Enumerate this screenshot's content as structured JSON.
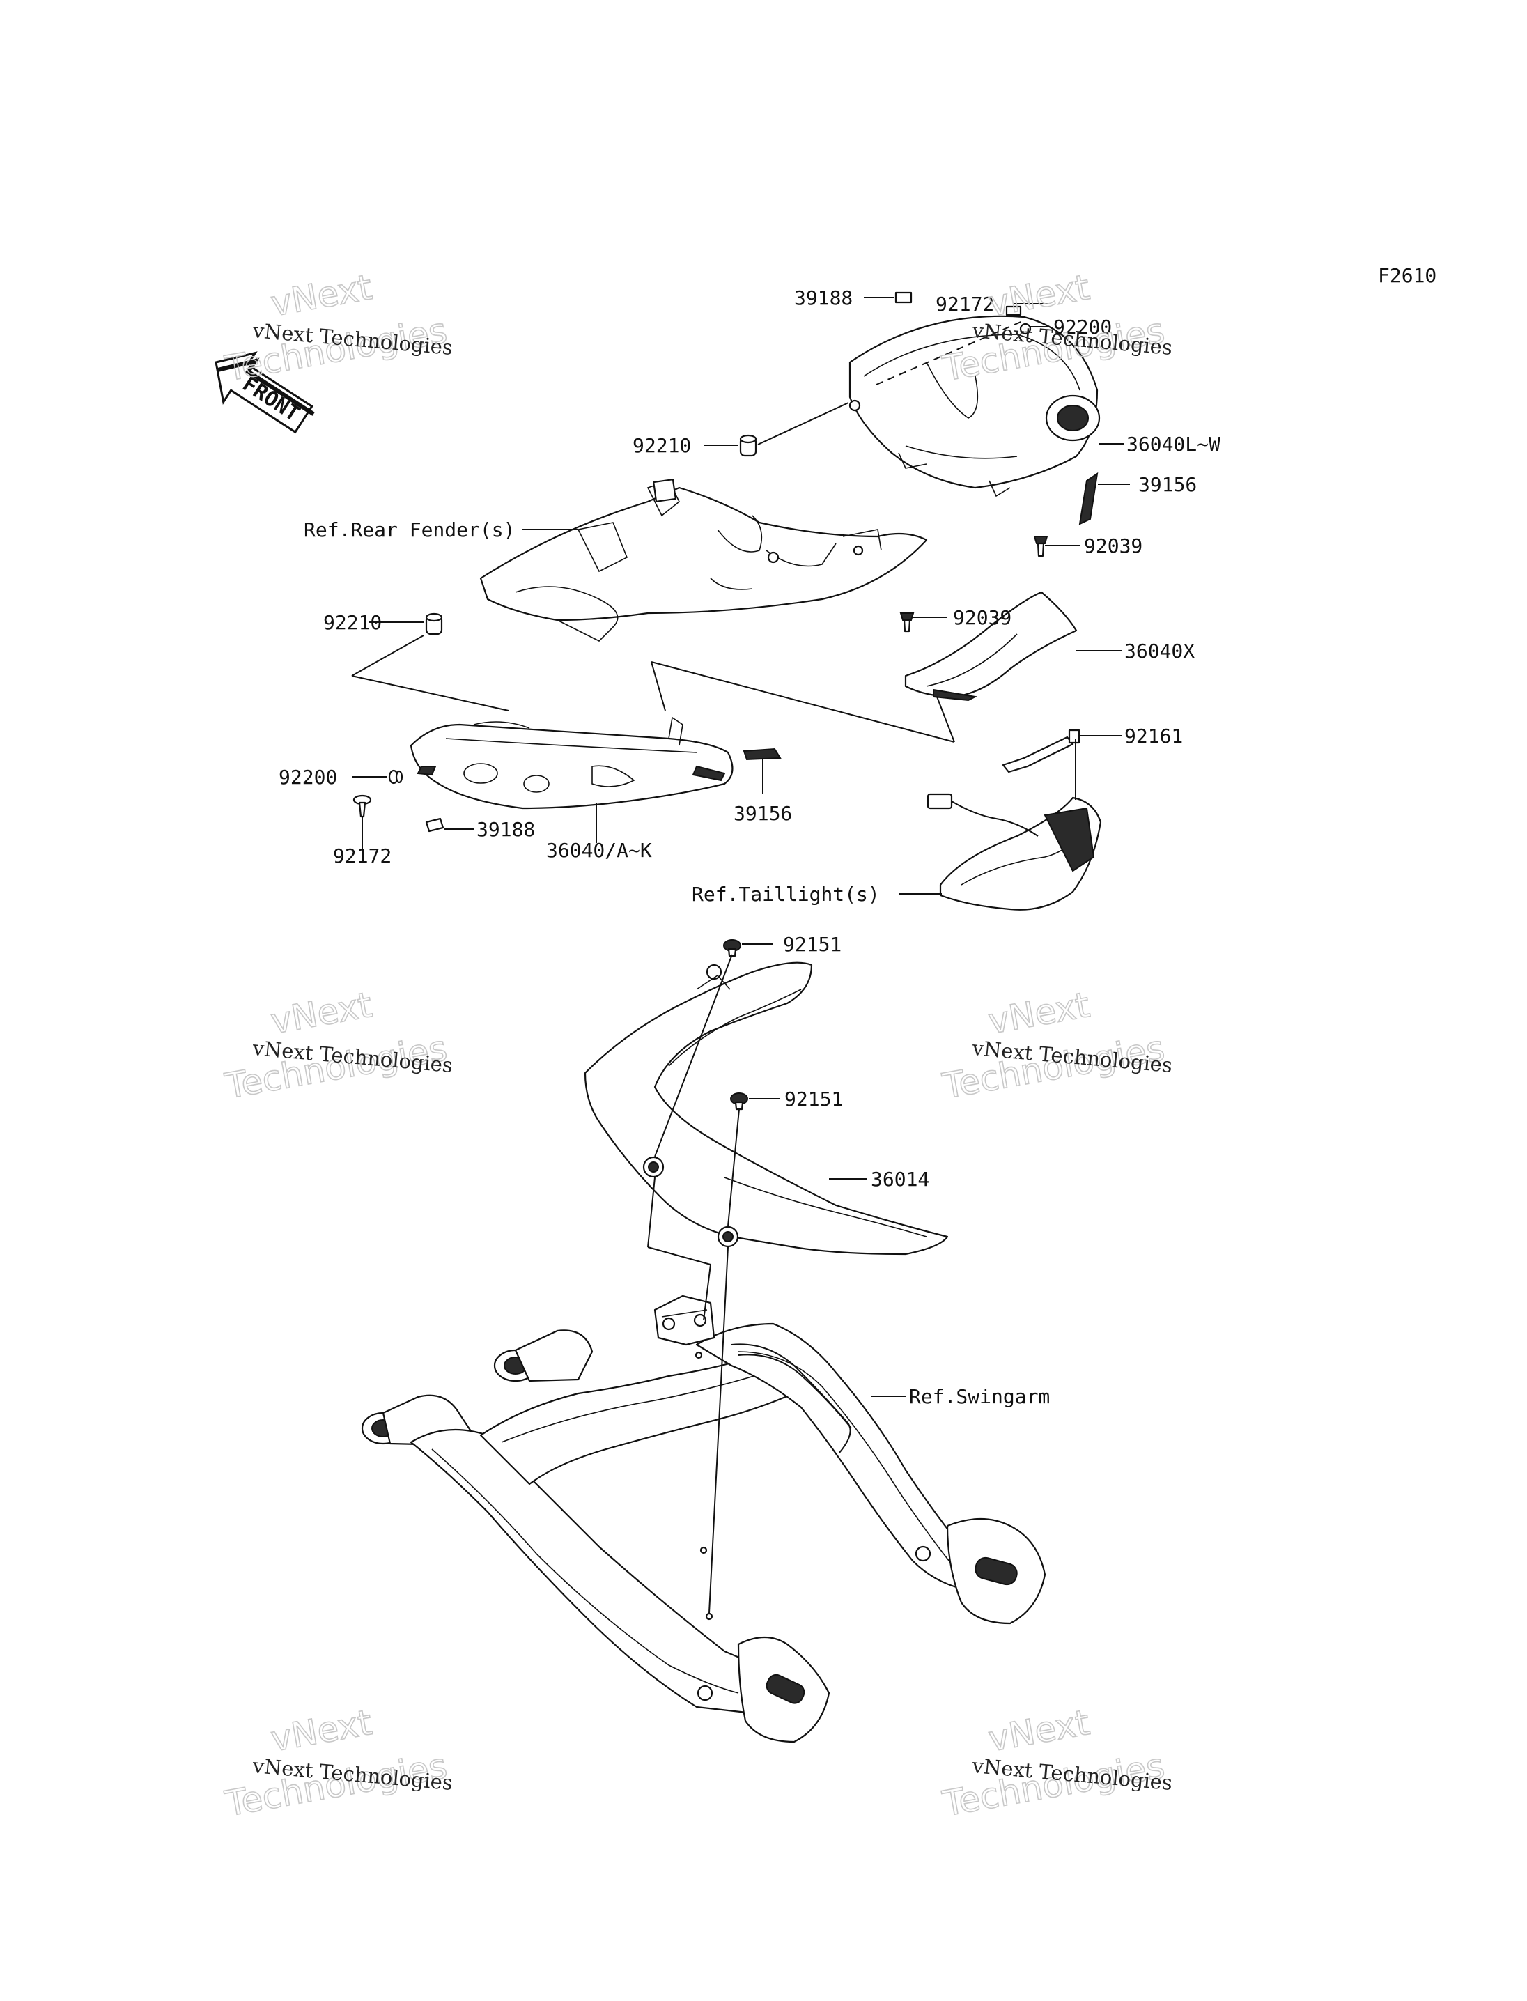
{
  "figure_code": "F2610",
  "front_badge": "FRONT",
  "watermark": {
    "line_small": "vNext Technologies",
    "line_big_1": "vNext",
    "line_big_2": "Technologies"
  },
  "labels": {
    "p92172_top": "92172",
    "p92200_top": "92200",
    "p39188_top": "39188",
    "p92210_top": "92210",
    "p36040LW": "36040L~W",
    "p39156_right": "39156",
    "ref_rear_fender": "Ref.Rear Fender(s)",
    "p92039_top": "92039",
    "p92039_mid": "92039",
    "p92210_left": "92210",
    "p36040X": "36040X",
    "p92161": "92161",
    "p92200_left": "92200",
    "p39156_center": "39156",
    "p39188_bottom": "39188",
    "p92172_bottom": "92172",
    "p36040AK": "36040/A~K",
    "ref_taillight": "Ref.Taillight(s)",
    "p92151_top": "92151",
    "p92151_mid": "92151",
    "p36014": "36014",
    "ref_swingarm": "Ref.Swingarm"
  }
}
